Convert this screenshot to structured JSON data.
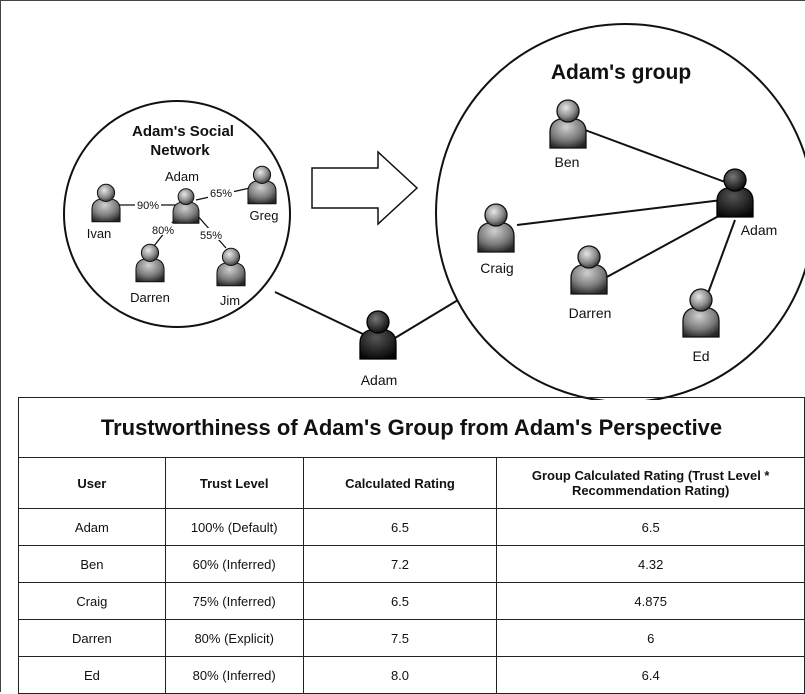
{
  "diagram": {
    "social_network": {
      "title_line1": "Adam's Social",
      "title_line2": "Network",
      "center": "Adam",
      "people": [
        {
          "name": "Ivan",
          "edge_label": "90%"
        },
        {
          "name": "Greg",
          "edge_label": "65%"
        },
        {
          "name": "Darren",
          "edge_label": "80%"
        },
        {
          "name": "Jim",
          "edge_label": "55%"
        }
      ]
    },
    "middle_node": "Adam",
    "group": {
      "title": "Adam's group",
      "center": "Adam",
      "members": [
        "Ben",
        "Craig",
        "Darren",
        "Ed"
      ]
    }
  },
  "table": {
    "title": "Trustworthiness of Adam's Group from Adam's Perspective",
    "headers": [
      "User",
      "Trust Level",
      "Calculated Rating",
      "Group Calculated Rating (Trust Level * Recommendation Rating)"
    ],
    "rows": [
      [
        "Adam",
        "100% (Default)",
        "6.5",
        "6.5"
      ],
      [
        "Ben",
        "60% (Inferred)",
        "7.2",
        "4.32"
      ],
      [
        "Craig",
        "75% (Inferred)",
        "6.5",
        "4.875"
      ],
      [
        "Darren",
        "80% (Explicit)",
        "7.5",
        "6"
      ],
      [
        "Ed",
        "80% (Inferred)",
        "8.0",
        "6.4"
      ]
    ]
  }
}
